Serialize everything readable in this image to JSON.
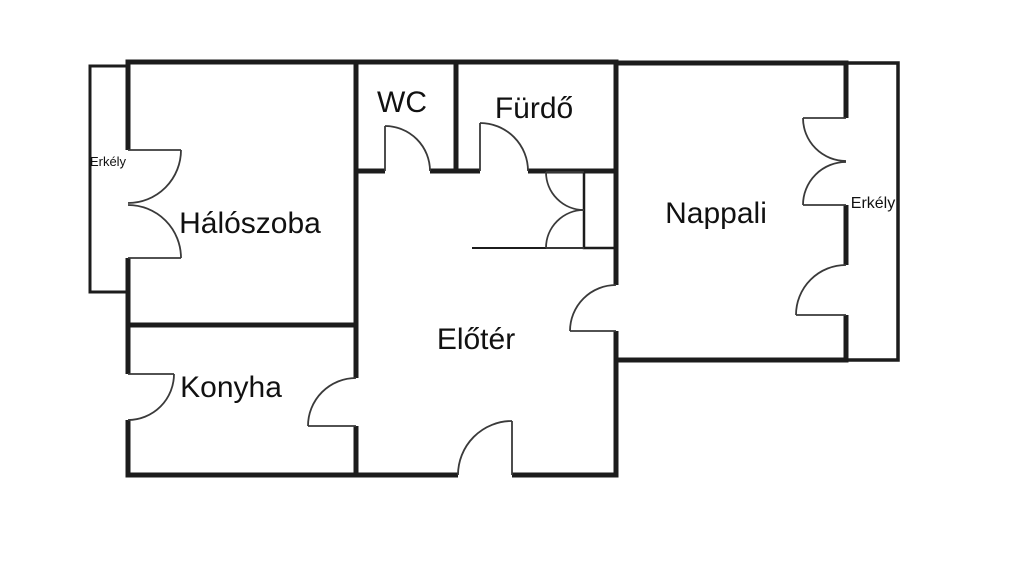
{
  "floorplan": {
    "rooms": {
      "balcony_left": {
        "label": "Erkély"
      },
      "bedroom": {
        "label": "Hálószoba"
      },
      "wc": {
        "label": "WC"
      },
      "bathroom": {
        "label": "Fürdő"
      },
      "hall": {
        "label": "Előtér"
      },
      "kitchen": {
        "label": "Konyha"
      },
      "living": {
        "label": "Nappali"
      },
      "balcony_right": {
        "label": "Erkély"
      }
    },
    "colors": {
      "wall": "#1c1c1c",
      "door": "#3a3a3a",
      "floor": "#ffffff",
      "text": "#111111"
    }
  }
}
